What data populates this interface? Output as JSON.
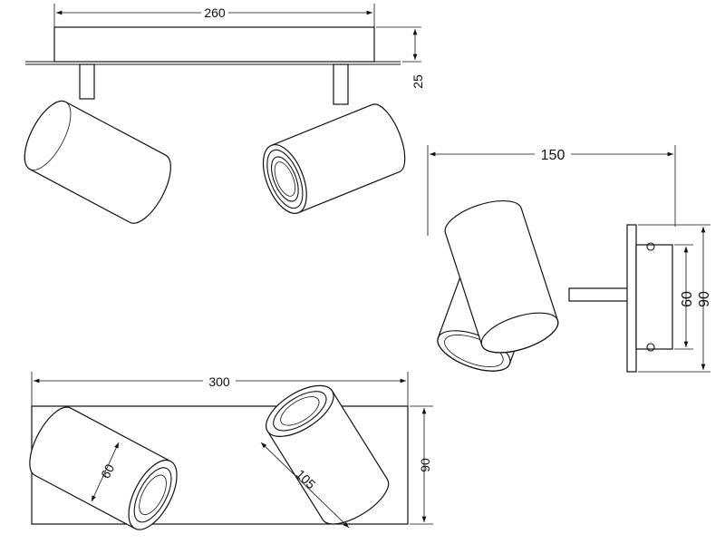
{
  "title": "Twin spotlight dimension drawing",
  "top_view": {
    "width_label": "260",
    "height_label": "25"
  },
  "side_view": {
    "depth_label": "150",
    "inner_label": "60",
    "outer_label": "90"
  },
  "bottom_view": {
    "length_label": "300",
    "depth_label": "90",
    "diameter_label": "60",
    "cylinder_length_label": "105"
  },
  "colors": {
    "line": "#111111",
    "background": "#ffffff"
  }
}
